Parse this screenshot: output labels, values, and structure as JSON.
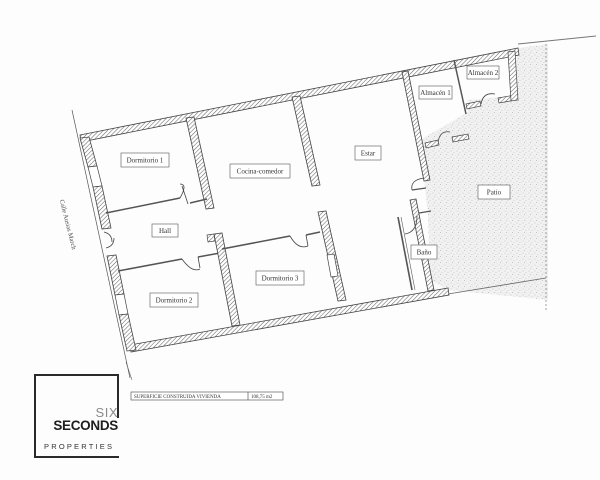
{
  "floor_plan": {
    "street": "Calle Ausias March",
    "rooms": [
      {
        "id": "dormitorio-1",
        "label": "Dormitorio 1"
      },
      {
        "id": "cocina-comedor",
        "label": "Cocina-comedor"
      },
      {
        "id": "estar",
        "label": "Estar"
      },
      {
        "id": "almacen-1",
        "label": "Almacén 1"
      },
      {
        "id": "almacen-2",
        "label": "Almacén 2"
      },
      {
        "id": "patio",
        "label": "Patio"
      },
      {
        "id": "hall",
        "label": "Hall"
      },
      {
        "id": "dormitorio-3",
        "label": "Dormitorio 3"
      },
      {
        "id": "bano",
        "label": "Baño"
      },
      {
        "id": "dormitorio-2",
        "label": "Dormitorio 2"
      }
    ],
    "surface": {
      "label": "SUPERFICIE CONSTRUIDA VIVIENDA",
      "value": "108,75 m2"
    }
  },
  "logo": {
    "line1": "SIX",
    "line2": "SECONDS",
    "line3": "PROPERTIES"
  },
  "colors": {
    "wall": "#555555",
    "hatch": "#777777",
    "patio_fill": "#ececec",
    "logo_dark": "#1e1e1e",
    "logo_gray": "#8a8a8a"
  }
}
